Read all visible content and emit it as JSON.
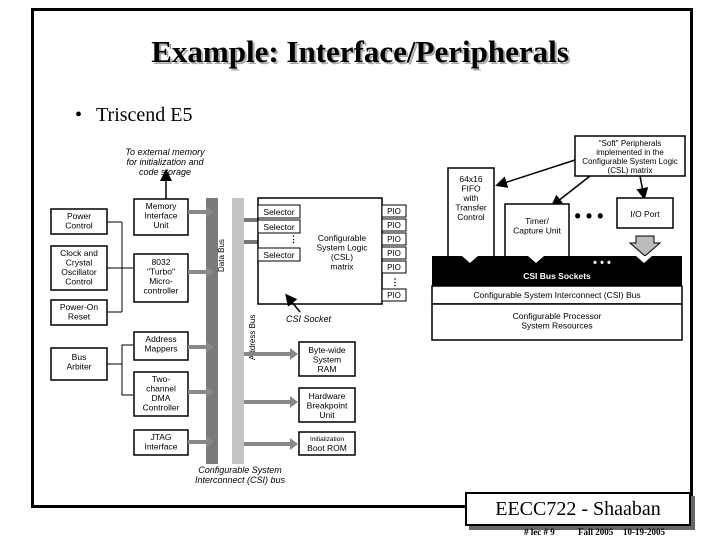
{
  "slide": {
    "title": "Example: Interface/Peripherals",
    "bullet": "Triscend E5",
    "badge": "EECC722 - Shaaban",
    "footer_left": "#  lec # 9",
    "footer_mid": "Fall 2005",
    "footer_right": "10-19-2005"
  },
  "diagram": {
    "ext_memory": "To external memory|for initialization and|code storage",
    "power_control": "Power|Control",
    "clock": "Clock and|Crystal|Oscillator|Control",
    "power_on": "Power-On|Reset",
    "bus_arbiter": "Bus|Arbiter",
    "miu": "Memory|Interface|Unit",
    "mcu": "8032|\"Turbo\"|Micro-|controller",
    "addr_mappers": "Address|Mappers",
    "dma": "Two-|channel|DMA|Controller",
    "jtag": "JTAG|Interface",
    "data_bus": "Data Bus",
    "address_bus": "Address Bus",
    "selector": "Selector",
    "csl": "Configurable|System Logic|(CSL)|matrix",
    "pio": "PIO",
    "csi_socket": "CSI Socket",
    "ram": "Byte-wide|System|RAM",
    "breakpoint": "Hardware|Breakpoint|Unit",
    "boot_rom_small": "Initialization",
    "boot_rom": "Boot ROM",
    "csi_bus": "Configurable System|Interconnect (CSI) bus",
    "soft_periph": "\"Soft\" Peripherals|implemented in the|Configurable System Logic|(CSL) matrix",
    "fifo": "64x16|FIFO|with|Transfer|Control",
    "timer": "Timer/|Capture Unit",
    "io_port": "I/O Port",
    "csi_sockets": "CSI Bus Sockets",
    "csi_bus_right": "Configurable System Interconnect (CSI) Bus",
    "processor_res": "Configurable Processor|System Resources"
  }
}
